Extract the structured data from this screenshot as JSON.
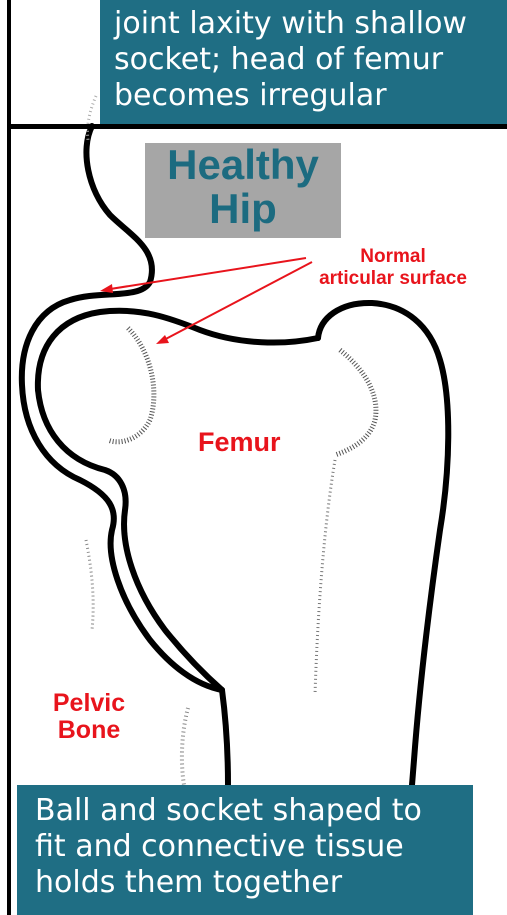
{
  "caption_top": {
    "lines": [
      "joint laxity with shallow",
      "socket; head of femur",
      "becomes irregular"
    ]
  },
  "title": {
    "lines": [
      "Healthy",
      "Hip"
    ]
  },
  "labels": {
    "normal_line1": "Normal",
    "normal_line2": "articular surface",
    "femur": "Femur",
    "pelvic_line1": "Pelvic",
    "pelvic_line2": "Bone"
  },
  "caption_bottom": {
    "lines": [
      "Ball and socket shaped to",
      "fit and connective tissue",
      "holds them together"
    ]
  },
  "colors": {
    "caption_bg": "#1f6e84",
    "title_bg": "#a6a6a6",
    "title_text": "#1c6b80",
    "label_red": "#e8141c",
    "outline": "#000000"
  }
}
